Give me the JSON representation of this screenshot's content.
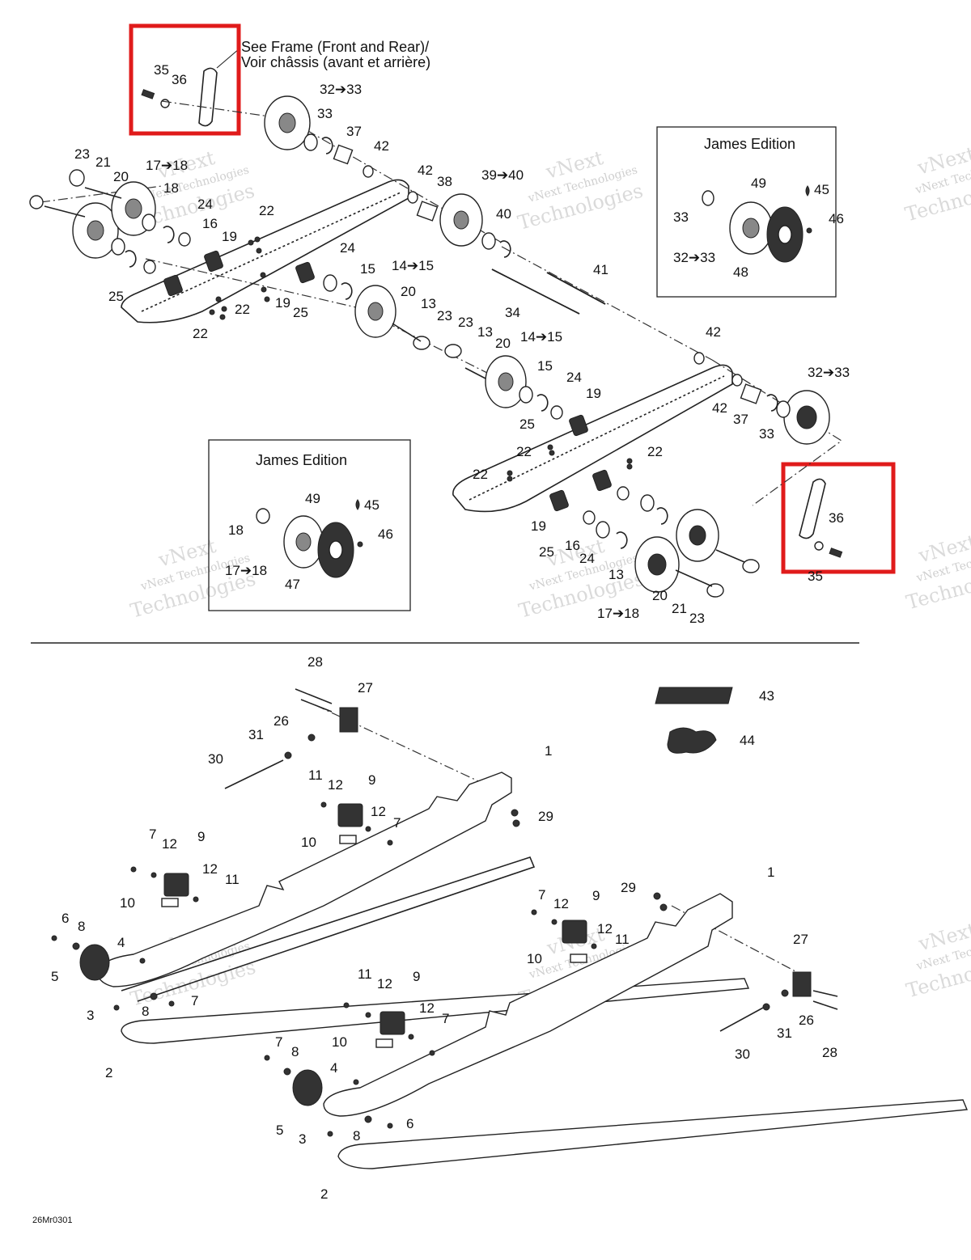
{
  "header": {
    "note_line1": "See Frame (Front and Rear)/",
    "note_line2": "Voir châssis (avant et arrière)"
  },
  "insets": {
    "top_title": "James Edition",
    "bottom_title": "James Edition"
  },
  "watermark": {
    "line1": "vNext",
    "line2": "vNext Technologies",
    "line3": "Technologies"
  },
  "footer": {
    "drawing_code": "26Mr0301"
  },
  "highlight": {
    "color": "#e01b1b"
  },
  "callouts": {
    "c35a": "35",
    "c36a": "36",
    "c32_33a": "32➔33",
    "c33a": "33",
    "c37a": "37",
    "c42a": "42",
    "c42b": "42",
    "c38": "38",
    "c39_40": "39➔40",
    "c40": "40",
    "c23a": "23",
    "c21a": "21",
    "c17_18a": "17➔18",
    "c20a": "20",
    "c18a": "18",
    "c24a": "24",
    "c16a": "16",
    "c19a": "19",
    "c22a": "22",
    "c24b": "24",
    "c15a": "15",
    "c14_15a": "14➔15",
    "c25a": "25",
    "c19b": "19",
    "c25b": "25",
    "c22b": "22",
    "c22c": "22",
    "c20b": "20",
    "c13a": "13",
    "c23b": "23",
    "c41": "41",
    "c34": "34",
    "c23c": "23",
    "c13b": "13",
    "c20c": "20",
    "c14_15b": "14➔15",
    "c15b": "15",
    "c24c": "24",
    "c19c": "19",
    "c25c": "25",
    "c42c": "42",
    "c42d": "42",
    "c37b": "37",
    "c32_33b": "32➔33",
    "c33b": "33",
    "c22d": "22",
    "c22e": "22",
    "c22f": "22",
    "c19d": "19",
    "c25d": "25",
    "c16b": "16",
    "c24d": "24",
    "c13c": "13",
    "c20d": "20",
    "c21b": "21",
    "c23d": "23",
    "c17_18b": "17➔18",
    "c36b": "36",
    "c35b": "35",
    "i49a": "49",
    "i45a": "45",
    "i33": "33",
    "i46a": "46",
    "i32_33": "32➔33",
    "i48": "48",
    "i49b": "49",
    "i45b": "45",
    "i18": "18",
    "i46b": "46",
    "i17_18": "17➔18",
    "i47": "47",
    "b28a": "28",
    "b27a": "27",
    "b26a": "26",
    "b31a": "31",
    "b30a": "30",
    "b1a": "1",
    "b11a": "11",
    "b12a": "12",
    "b9a": "9",
    "b12b": "12",
    "b7a": "7",
    "b29a": "29",
    "b10a": "10",
    "b7b": "7",
    "b12c": "12",
    "b9b": "9",
    "b12d": "12",
    "b11b": "11",
    "b10b": "10",
    "b6a": "6",
    "b8a": "8",
    "b4a": "4",
    "b5a": "5",
    "b3a": "3",
    "b8b": "8",
    "b7c": "7",
    "b2a": "2",
    "b43": "43",
    "b44": "44",
    "b1b": "1",
    "b29b": "29",
    "b7d": "7",
    "b12e": "12",
    "b9c": "9",
    "b12f": "12",
    "b11c": "11",
    "b10c": "10",
    "b27b": "27",
    "b11d": "11",
    "b12g": "12",
    "b9d": "9",
    "b12h": "12",
    "b7e": "7",
    "b26b": "26",
    "b31b": "31",
    "b28b": "28",
    "b10d": "10",
    "b7f": "7",
    "b8c": "8",
    "b4b": "4",
    "b30b": "30",
    "b5b": "5",
    "b3b": "3",
    "b8d": "8",
    "b6b": "6",
    "b2b": "2"
  }
}
